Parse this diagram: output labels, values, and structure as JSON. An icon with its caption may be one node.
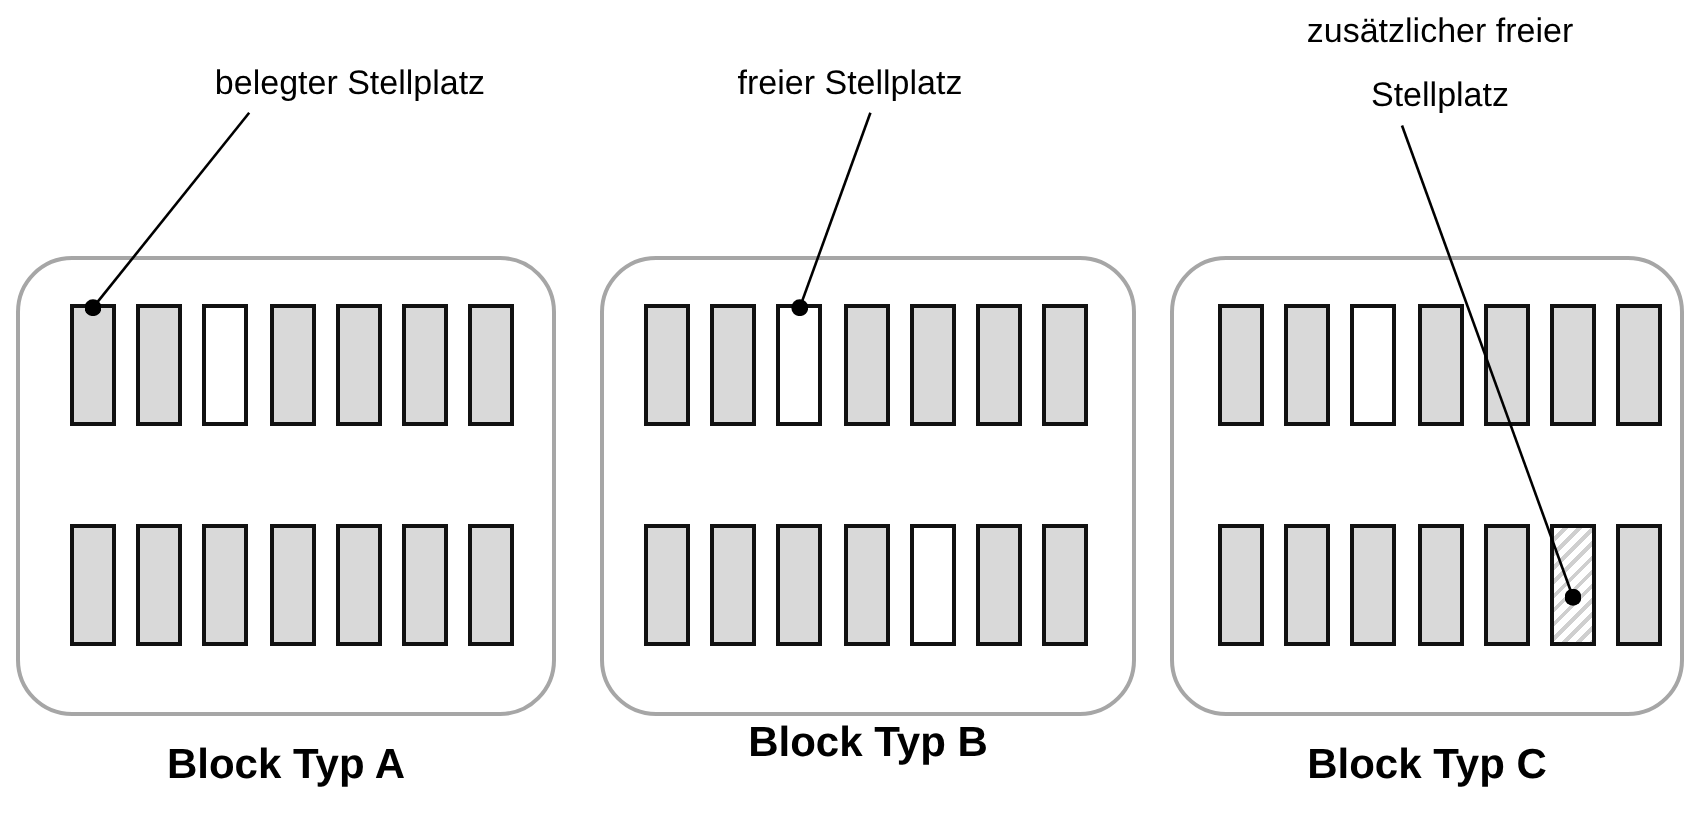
{
  "diagram": {
    "nodes": [
      {
        "text": [
          "belegter Stellplatz"
        ]
      },
      {
        "text": [
          "freier Stellplatz"
        ]
      },
      {
        "text": [
          "zusätzlicher freier Stellplatz"
        ]
      },
      {
        "text": [
          "Block Typ A"
        ]
      },
      {
        "text": [
          "Block Typ B"
        ]
      },
      {
        "text": [
          "Block Typ C"
        ]
      },
      {
        "text": [],
        "shape": "box",
        "in": 3
      },
      {
        "text": [],
        "shape": "box",
        "in": 3
      },
      {
        "text": [],
        "shape": "box",
        "in": 3
      },
      {
        "text": [],
        "shape": "box",
        "in": 3
      },
      {
        "text": [],
        "shape": "box",
        "in": 3
      },
      {
        "text": [],
        "shape": "box",
        "in": 3
      },
      {
        "text": [],
        "shape": "box",
        "in": 3
      },
      {
        "text": [],
        "shape": "box",
        "in": 3
      },
      {
        "text": [],
        "shape": "box",
        "in": 3
      },
      {
        "text": [],
        "shape": "box",
        "in": 3
      },
      {
        "text": [],
        "shape": "box",
        "in": 3
      },
      {
        "text": [],
        "shape": "box",
        "in": 3
      },
      {
        "text": [],
        "shape": "box",
        "in": 3
      },
      {
        "text": [],
        "shape": "box",
        "in": 3
      },
      {
        "text": [],
        "shape": "box",
        "in": 4
      },
      {
        "text": [],
        "shape": "box",
        "in": 4
      },
      {
        "text": [],
        "shape": "box",
        "in": 4
      },
      {
        "text": [],
        "shape": "box",
        "in": 4
      },
      {
        "text": [],
        "shape": "box",
        "in": 4
      },
      {
        "text": [],
        "shape": "box",
        "in": 4
      },
      {
        "text": [],
        "shape": "box",
        "in": 4
      },
      {
        "text": [],
        "shape": "box",
        "in": 4
      },
      {
        "text": [],
        "shape": "box",
        "in": 4
      },
      {
        "text": [],
        "shape": "box",
        "in": 4
      },
      {
        "text": [],
        "shape": "box",
        "in": 4
      },
      {
        "text": [],
        "shape": "box",
        "in": 4
      },
      {
        "text": [],
        "shape": "box",
        "in": 4
      },
      {
        "text": [],
        "shape": "box",
        "in": 4
      },
      {
        "text": [],
        "shape": "box",
        "in": 5
      },
      {
        "text": [],
        "shape": "box",
        "in": 5
      },
      {
        "text": [],
        "shape": "box",
        "in": 5
      },
      {
        "text": [],
        "shape": "box",
        "in": 5
      },
      {
        "text": [],
        "shape": "box",
        "in": 5
      },
      {
        "text": [],
        "shape": "box",
        "in": 5
      },
      {
        "text": [],
        "shape": "box",
        "in": 5
      },
      {
        "text": [],
        "shape": "box",
        "in": 5
      },
      {
        "text": [],
        "shape": "box",
        "in": 5
      },
      {
        "text": [],
        "shape": "box",
        "in": 5
      },
      {
        "text": [],
        "shape": "box",
        "in": 5
      },
      {
        "text": [],
        "shape": "box",
        "in": 5
      },
      {
        "text": [],
        "shape": "box",
        "in": 5
      },
      {
        "text": [],
        "shape": "box",
        "in": 5
      }
    ],
    "edges": [
      {
        "from": 0,
        "to": 6,
        "arrow": "other"
      },
      {
        "from": 1,
        "to": 22,
        "arrow": "other"
      },
      {
        "from": 2,
        "to": 46,
        "arrow": "other"
      }
    ]
  }
}
